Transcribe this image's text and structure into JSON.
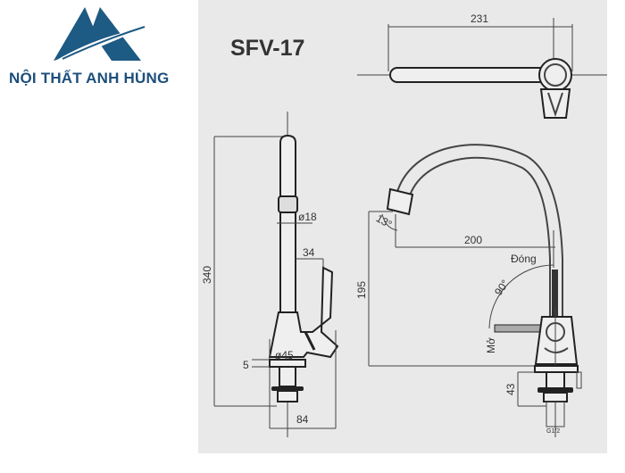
{
  "logo": {
    "brand": "NỘI THẤT ANH HÙNG",
    "color": "#1d4f7c"
  },
  "drawing": {
    "model": "SFV-17",
    "dimensions": {
      "top_length": "231",
      "height_total": "340",
      "pipe_diameter": "ø18",
      "handle_offset": "34",
      "base_diameter": "ø45",
      "base_thickness": "5",
      "base_width": "84",
      "spout_height": "195",
      "spout_reach": "200",
      "spout_angle": "13°",
      "lever_angle": "90°",
      "under_height": "43",
      "thread": "G1/2"
    },
    "labels": {
      "closed": "Đóng",
      "open": "Mở"
    },
    "background": "#e9e9e9"
  }
}
